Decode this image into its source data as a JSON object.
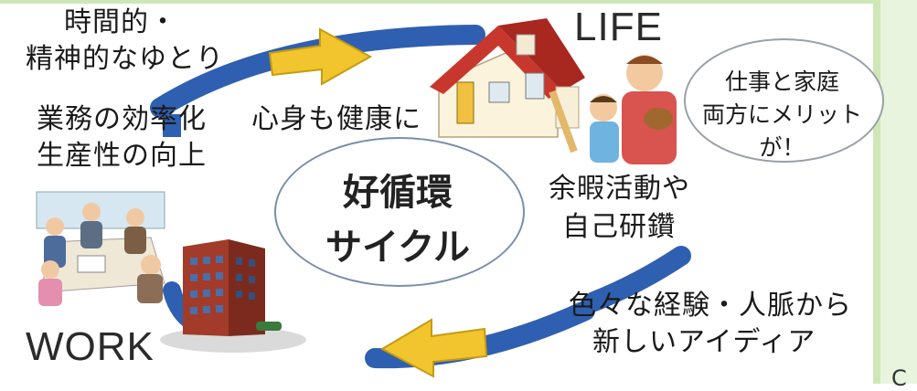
{
  "title": {
    "line1": "好循環",
    "line2": "サイクル"
  },
  "labels": {
    "life": "LIFE",
    "work": "WORK",
    "time_line1": "時間的・",
    "time_line2": "精神的なゆとり",
    "efficiency_line1": "業務の効率化",
    "efficiency_line2": "生産性の向上",
    "health": "心身も健康に",
    "leisure_line1": "余暇活動や",
    "leisure_line2": "自己研鑽",
    "experience_line1": "色々な経験・人脈から",
    "experience_line2": "新しいアイディア"
  },
  "bubble": {
    "line1": "仕事と家庭",
    "line2": "両方にメリットが！"
  },
  "colors": {
    "arc": "#2f5fb0",
    "arrow": "#f2c52e",
    "frame": "#cfe7b6"
  },
  "icons": [
    "house-illustration",
    "family-illustration",
    "meeting-illustration",
    "office-building-illustration"
  ],
  "corner_text": "C"
}
